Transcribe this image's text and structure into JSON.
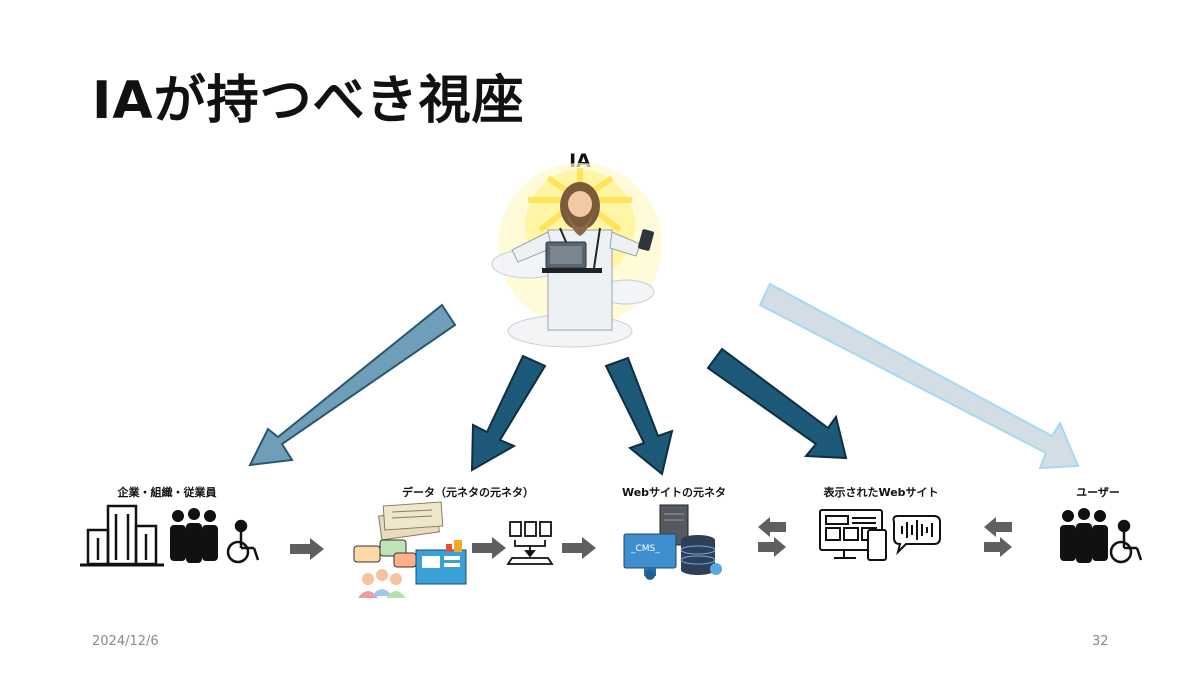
{
  "slide": {
    "title": "IAが持つべき視座",
    "ia_label": "IA",
    "date": "2024/12/6",
    "page_number": "32"
  },
  "nodes": [
    {
      "id": "org",
      "label": "企業・組織・従業員"
    },
    {
      "id": "data",
      "label": "データ（元ネタの元ネタ）"
    },
    {
      "id": "source",
      "label": "Webサイトの元ネタ"
    },
    {
      "id": "site",
      "label": "表示されたWebサイト"
    },
    {
      "id": "user",
      "label": "ユーザー"
    }
  ],
  "colors": {
    "arrow_dark": "#1d5a7a",
    "arrow_mid": "#6f9fb8",
    "arrow_light": "#d3dde6",
    "arrow_light_stroke": "#a7d8ef",
    "flow_arrow": "#5f5f5f",
    "icon_black": "#111111"
  }
}
